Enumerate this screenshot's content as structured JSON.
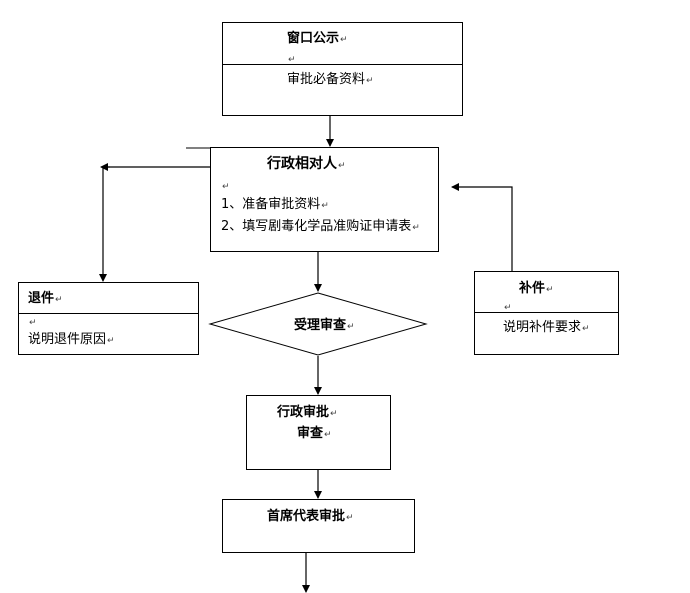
{
  "paragraph_mark": "↵",
  "window_box": {
    "title": "窗口公示",
    "body": "审批必备资料"
  },
  "applicant_box": {
    "title": "行政相对人",
    "item1": "1、准备审批资料",
    "item2": "2、填写剧毒化学品准购证申请表"
  },
  "reject_box": {
    "title": "退件",
    "body": "说明退件原因"
  },
  "supplement_box": {
    "title": "补件",
    "body": "说明补件要求"
  },
  "review_diamond": {
    "label": "受理审查"
  },
  "admin_box": {
    "line1": "行政审批",
    "line2": "审查"
  },
  "chief_box": {
    "title": "首席代表审批"
  }
}
